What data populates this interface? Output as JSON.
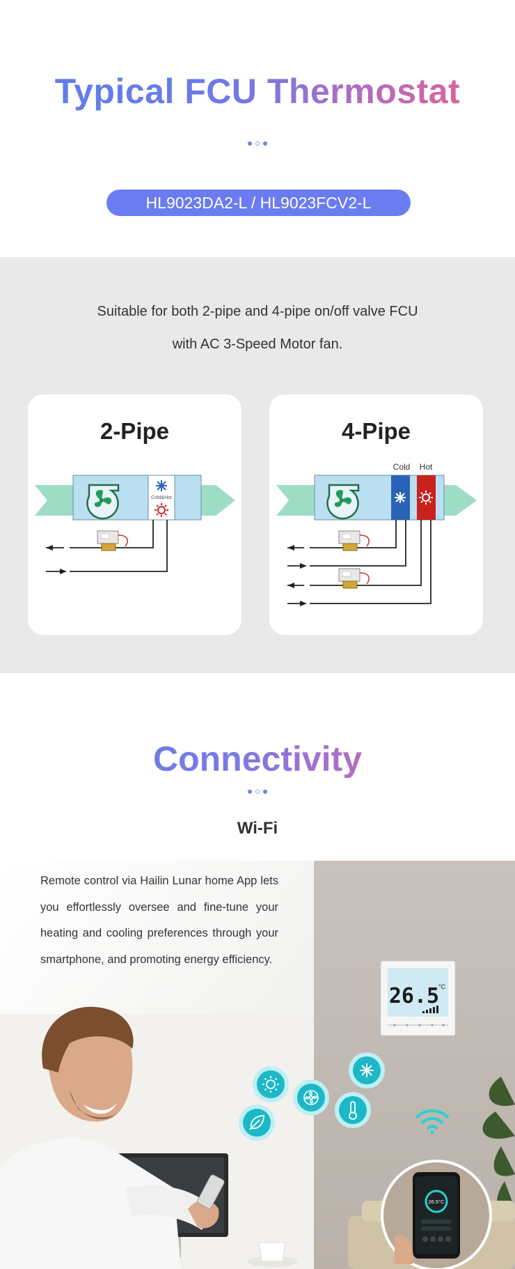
{
  "hero": {
    "title": "Typical FCU Thermostat",
    "model_pill": "HL9023DA2-L / HL9023FCV2-L"
  },
  "suitability": {
    "line1": "Suitable for both 2-pipe and 4-pipe on/off valve FCU",
    "line2": "with AC 3-Speed Motor fan."
  },
  "cards": {
    "two_pipe": {
      "title": "2-Pipe",
      "coil_label": "Cold&Hot"
    },
    "four_pipe": {
      "title": "4-Pipe",
      "cold_label": "Cold",
      "hot_label": "Hot"
    }
  },
  "connectivity": {
    "title": "Connectivity",
    "subtitle": "Wi-Fi",
    "description": "Remote control via Hailin Lunar home App lets you effortlessly oversee and fine-tune your heating and cooling preferences through your smartphone, and promoting energy efficiency."
  },
  "thermostat": {
    "temperature": "26.5",
    "unit": "°C"
  },
  "phone": {
    "reading": "26.5°C"
  },
  "colors": {
    "accent": "#6a7cf0",
    "teal": "#1cb8c8",
    "cold_coil": "#2a62b8",
    "hot_coil": "#c8221e",
    "air_arrow": "#9fdcc6"
  },
  "icons": [
    "snowflake-icon",
    "sun-icon",
    "fan-icon",
    "leaf-icon",
    "thermometer-icon",
    "wifi-icon"
  ]
}
